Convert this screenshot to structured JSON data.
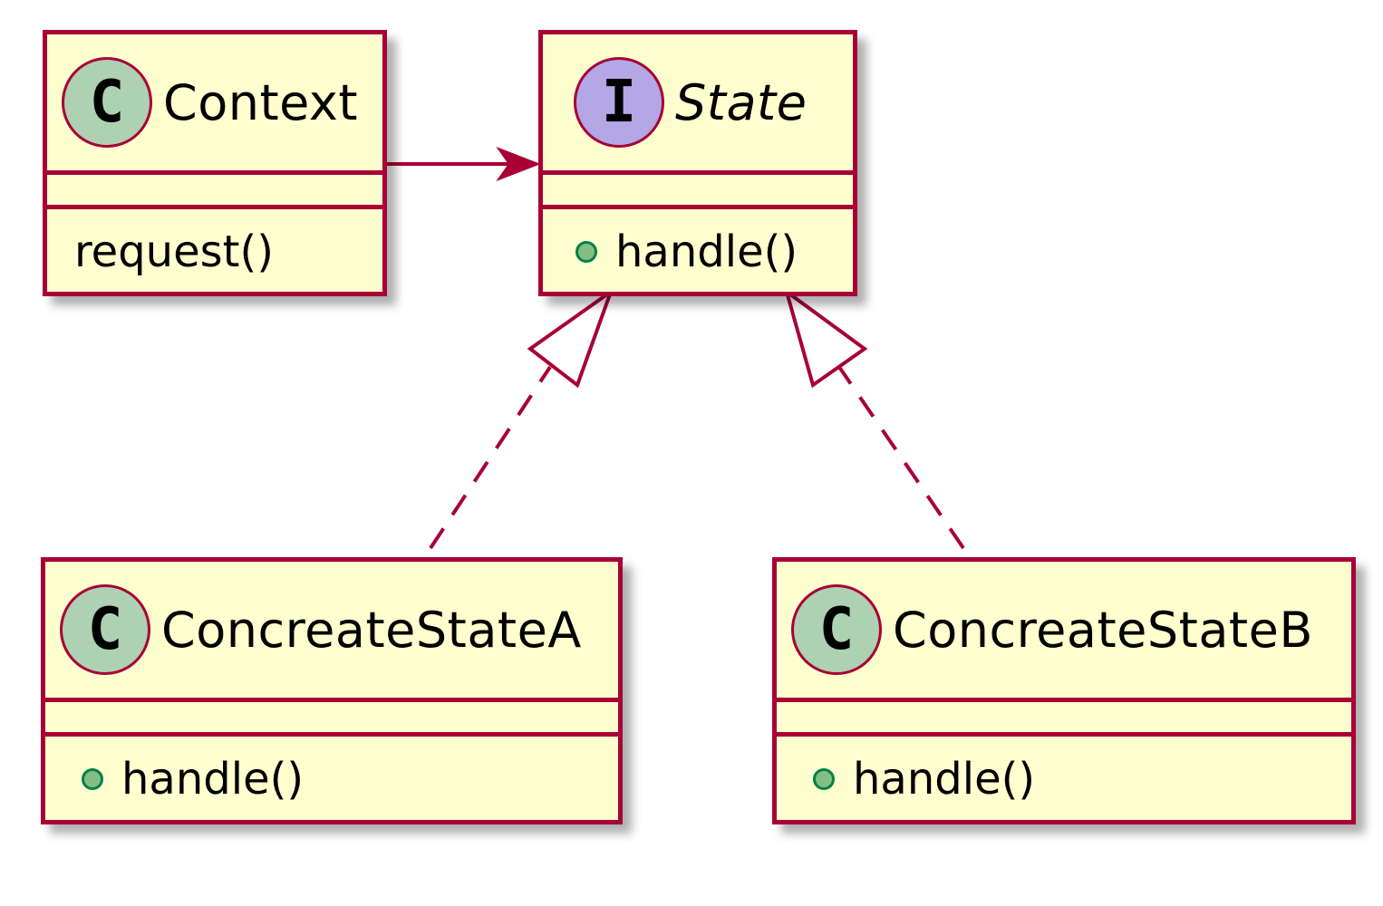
{
  "colors": {
    "box_fill": "#fefece",
    "border": "#a80036",
    "class_circle": "#add1b2",
    "interface_circle": "#b4a7e5",
    "public_dot_fill": "#84be84",
    "public_dot_stroke": "#038048"
  },
  "classes": {
    "context": {
      "stereotype_letter": "C",
      "name": "Context",
      "method": "request()"
    },
    "state": {
      "stereotype_letter": "I",
      "name": "State",
      "method": "handle()"
    },
    "concrete_a": {
      "stereotype_letter": "C",
      "name": "ConcreateStateA",
      "method": "handle()"
    },
    "concrete_b": {
      "stereotype_letter": "C",
      "name": "ConcreateStateB",
      "method": "handle()"
    }
  },
  "relations": [
    {
      "from": "Context",
      "to": "State",
      "kind": "association"
    },
    {
      "from": "ConcreateStateA",
      "to": "State",
      "kind": "realization"
    },
    {
      "from": "ConcreateStateB",
      "to": "State",
      "kind": "realization"
    }
  ]
}
